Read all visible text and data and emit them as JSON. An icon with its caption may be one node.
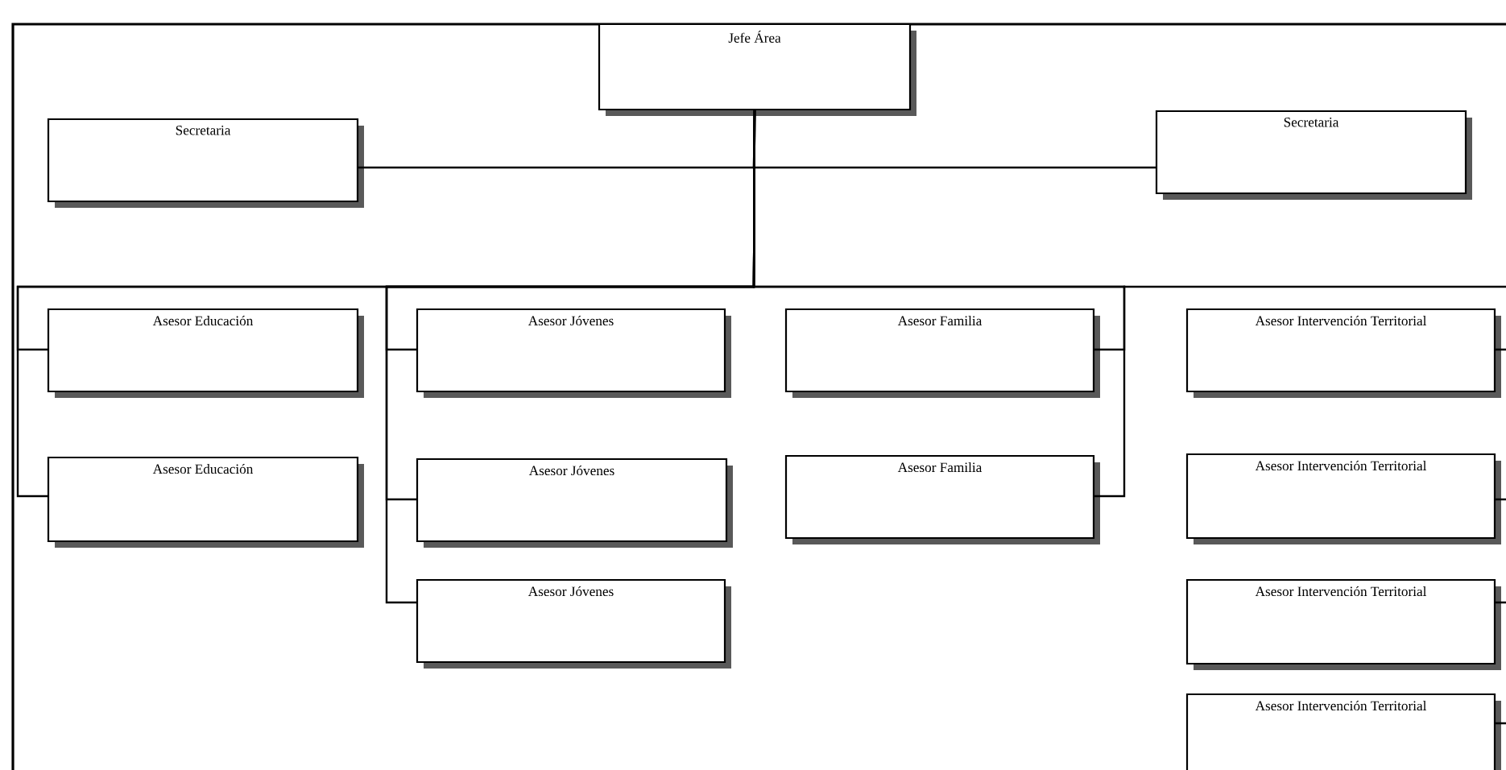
{
  "diagram": {
    "nodes": [
      {
        "text": [
          "Jefe Área"
        ]
      },
      {
        "text": [
          "Secretaria"
        ]
      },
      {
        "text": [
          "Secretaria"
        ]
      },
      {
        "text": [
          "Asesor Educación"
        ]
      },
      {
        "text": [
          "Asesor Educación"
        ]
      },
      {
        "text": [
          "Asesor Jóvenes"
        ]
      },
      {
        "text": [
          "Asesor Jóvenes"
        ]
      },
      {
        "text": [
          "Asesor Jóvenes"
        ]
      },
      {
        "text": [
          "Asesor Familia"
        ]
      },
      {
        "text": [
          "Asesor Familia"
        ]
      },
      {
        "text": [
          "Asesor Intervención Territorial"
        ]
      },
      {
        "text": [
          "Asesor Intervención Territorial"
        ]
      },
      {
        "text": [
          "Asesor Intervención Territorial"
        ]
      },
      {
        "text": [
          "Asesor Intervención Territorial"
        ]
      }
    ],
    "edges": [
      {
        "from": 0,
        "to": 1,
        "arrow": "none"
      },
      {
        "from": 0,
        "to": 2,
        "arrow": "none"
      },
      {
        "from": 0,
        "to": 3,
        "arrow": "none"
      },
      {
        "from": 0,
        "to": 4,
        "arrow": "none"
      },
      {
        "from": 0,
        "to": 5,
        "arrow": "none"
      },
      {
        "from": 0,
        "to": 6,
        "arrow": "none"
      },
      {
        "from": 0,
        "to": 7,
        "arrow": "none"
      },
      {
        "from": 0,
        "to": 8,
        "arrow": "none"
      },
      {
        "from": 0,
        "to": 9,
        "arrow": "none"
      },
      {
        "from": null,
        "to": 10,
        "arrow": "none"
      },
      {
        "from": null,
        "to": 11,
        "arrow": "none"
      },
      {
        "from": null,
        "to": 12,
        "arrow": "none"
      },
      {
        "from": null,
        "to": 13,
        "arrow": "none"
      }
    ]
  }
}
